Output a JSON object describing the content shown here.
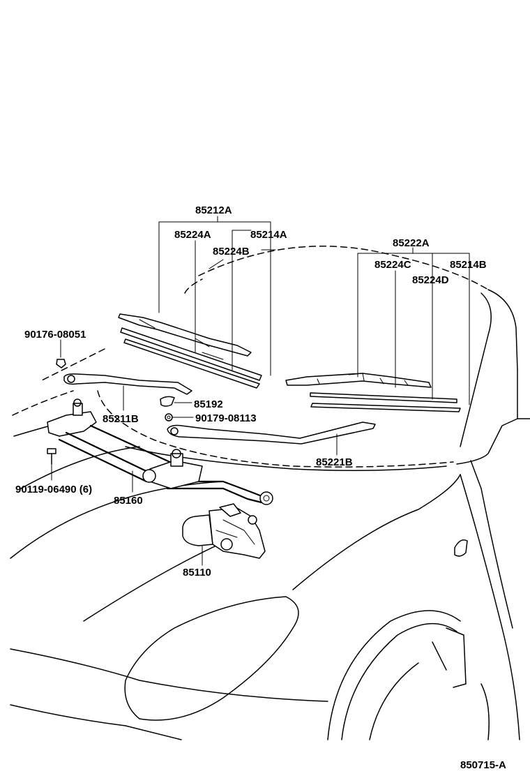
{
  "labels": {
    "p85212A": "85212A",
    "p85224A": "85224A",
    "p85214A": "85214A",
    "p85224B": "85224B",
    "p85222A": "85222A",
    "p85224C": "85224C",
    "p85214B": "85214B",
    "p85224D": "85224D",
    "p90176": "90176-08051",
    "p85211B": "85211B",
    "p85192": "85192",
    "p90179": "90179-08113",
    "p85221B": "85221B",
    "p90119": "90119-06490 (6)",
    "p85160": "85160",
    "p85110": "85110"
  },
  "diagram_code": "850715-A"
}
